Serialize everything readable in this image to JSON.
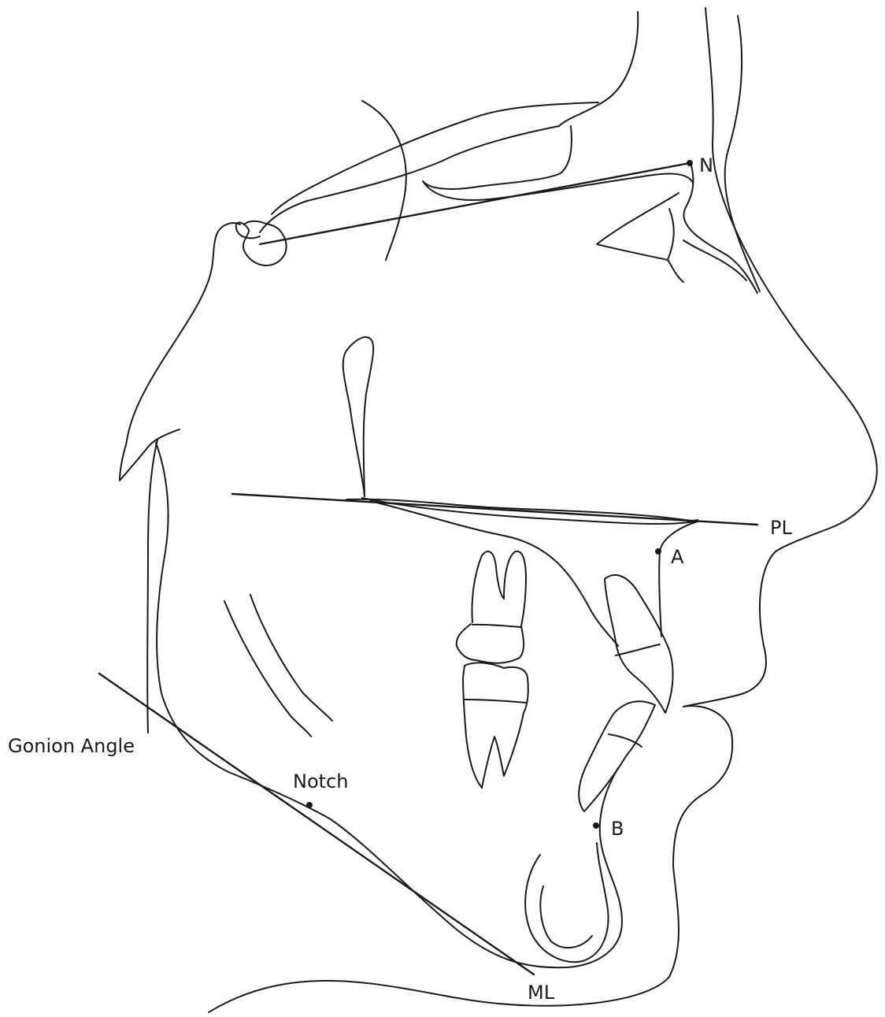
{
  "labels": {
    "n": "N",
    "pl": "PL",
    "a": "A",
    "b": "B",
    "ml": "ML",
    "notch": "Notch",
    "gonion_angle": "Gonion Angle"
  },
  "colors": {
    "line": "#1a1a1a",
    "background": "#ffffff"
  }
}
